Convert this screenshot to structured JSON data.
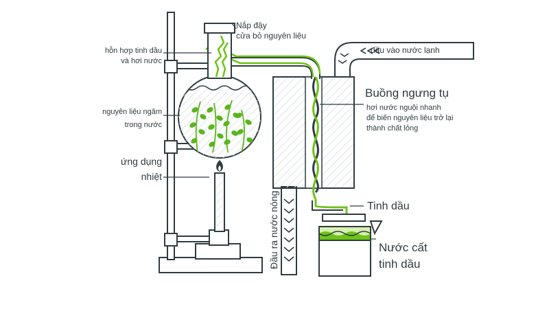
{
  "labels": {
    "lid_line1": "Nắp đậy",
    "lid_line2": "cửa bỏ nguyên liệu",
    "vapor_line1": "hỗn hợp tinh dầu",
    "vapor_line2": "và hơi nước",
    "soak_line1": "nguyên liệu ngâm",
    "soak_line2": "trong nước",
    "heat_line1": "ứng dụng",
    "heat_line2": "nhiệt",
    "cold_in": "đầu vào nước lạnh",
    "condenser_title": "Buồng ngưng tụ",
    "condenser_desc1": "hơi nước nguội nhanh",
    "condenser_desc2": "để biến nguyên liệu trở lại",
    "condenser_desc3": "thành chất lỏng",
    "hot_out": "Đầu ra nước nóng",
    "oil": "Tinh dầu",
    "hydrosol_line1": "Nước cất",
    "hydrosol_line2": "tinh dầu"
  },
  "colors": {
    "outline": "#2f3b40",
    "green": "#6cc417",
    "leaf": "#5ab51a",
    "pale_green": "#d8f0b0",
    "hatch": "#dfe3e6",
    "flame": "#2f3b40"
  }
}
